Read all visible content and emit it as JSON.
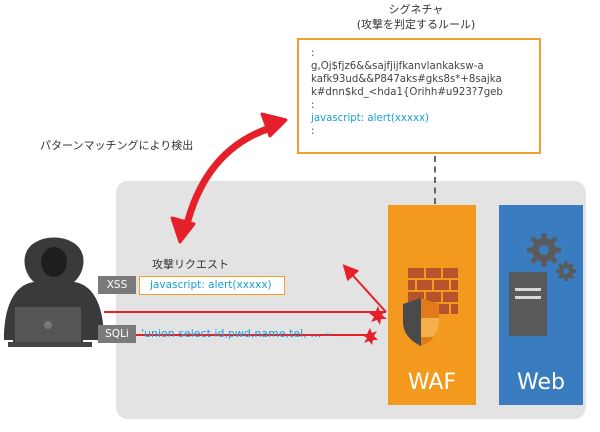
{
  "signature": {
    "title": "シグネチャ",
    "subtitle": "(攻撃を判定するルール)",
    "lines": [
      ":",
      "g,Oj$fjz6&&sajfjijfkanvlankaksw-a",
      "kafk93ud&&P847aks#gks8s*+8sajka",
      "k#dnn$kd_<hda1{Orihh#u923?7geb",
      ":",
      "javascript: alert(xxxxx)",
      ":"
    ]
  },
  "pattern_matching_label": "パターンマッチングにより検出",
  "attack_request_label": "攻撃リクエスト",
  "requests": [
    {
      "tag": "XSS",
      "text": "javascript: alert(xxxxx)"
    },
    {
      "tag": "SQLi",
      "text": "'union select id,pwd,name,tel, … --"
    }
  ],
  "waf_label": "WAF",
  "web_label": "Web",
  "colors": {
    "accent_orange": "#f39a1e",
    "web_blue": "#3a7cc0",
    "attack_red": "#e5202a",
    "code_blue": "#1a9fd6",
    "panel_gray": "#e3e3e3"
  },
  "icons": [
    "hacker-icon",
    "firewall-brick-icon",
    "shield-icon",
    "gear-icon",
    "server-icon",
    "double-arrow-icon",
    "burst-icon"
  ]
}
